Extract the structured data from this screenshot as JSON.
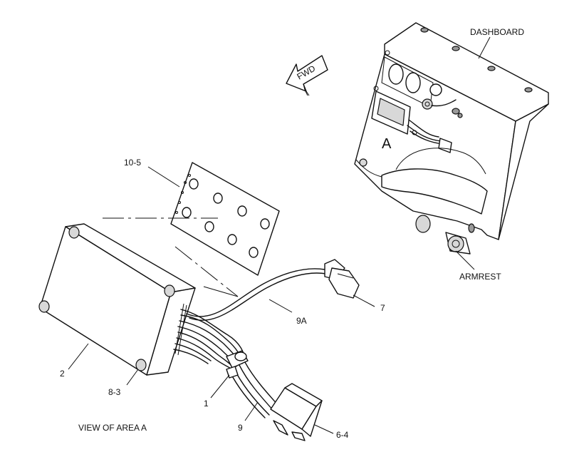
{
  "labels": {
    "dashboard": "DASHBOARD",
    "fwd": "FWD",
    "area_a": "A",
    "armrest": "ARMREST",
    "p10_5": "10-5",
    "p7": "7",
    "p9a": "9A",
    "p2": "2",
    "p8_3": "8-3",
    "p1": "1",
    "p9": "9",
    "p6_4": "6-4",
    "view": "VIEW OF AREA  A"
  }
}
